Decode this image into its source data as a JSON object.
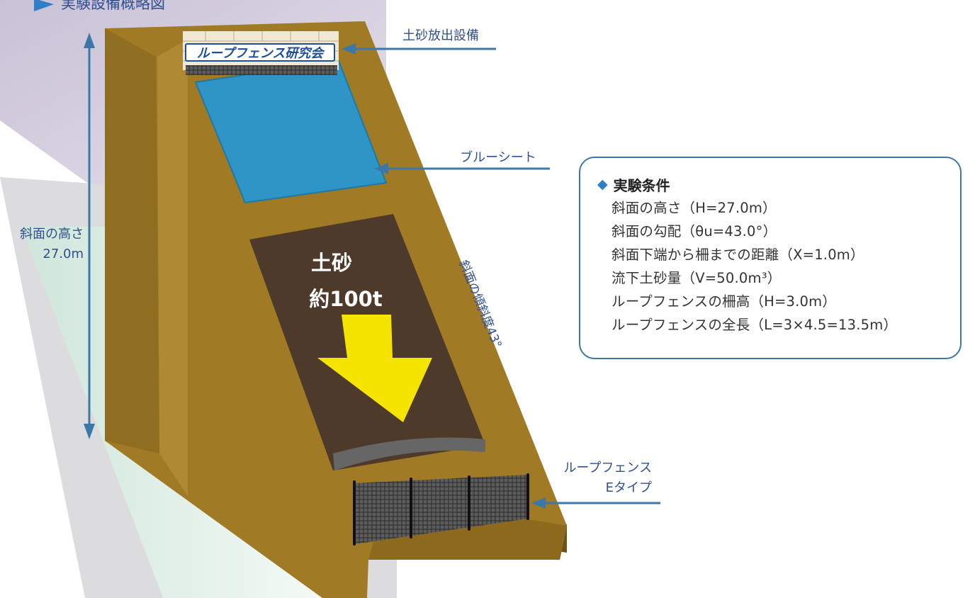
{
  "figure_title": "実験設備概略図",
  "banner": "ループフェンス研究会",
  "callouts": {
    "release": "土砂放出設備",
    "sheet": "ブルーシート",
    "fence_line1": "ループフェンス",
    "fence_line2": "Eタイプ"
  },
  "height_label": {
    "line1": "斜面の高さ",
    "line2": "27.0m"
  },
  "slope_label": "斜面の傾斜度43°",
  "soil": {
    "line1": "土砂",
    "line2": "約100t"
  },
  "conditions": {
    "heading": "実験条件",
    "items": [
      "斜面の高さ（H=27.0m）",
      "斜面の勾配（θu=43.0°）",
      "斜面下端から柵までの距離（X=1.0m）",
      "流下土砂量（V=50.0m³）",
      "ループフェンスの柵高（H=3.0m）",
      "ループフェンスの全長（L=3×4.5=13.5m）"
    ]
  },
  "colors": {
    "earth": "#a07a25",
    "earth_side": "#6e5218",
    "sheet": "#2f95c6",
    "soil": "#4e3a2a",
    "arrow": "#f5e400",
    "accent": "#3b78a8",
    "label": "#2f4f8f"
  }
}
